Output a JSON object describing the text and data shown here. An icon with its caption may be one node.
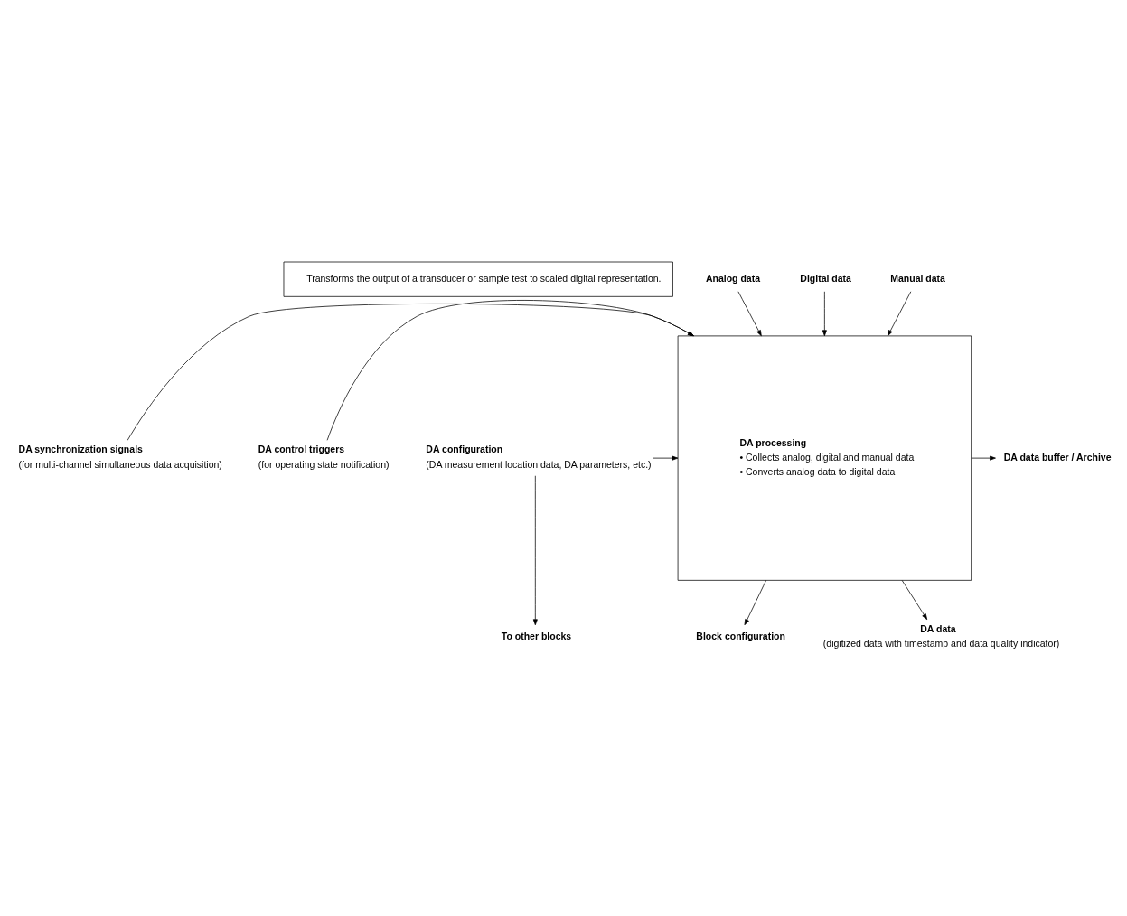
{
  "diagram": {
    "nodes": [
      {
        "text": [
          "Transforms the output of a transducer or sample test to scaled digital representation."
        ]
      },
      {
        "text": [
          "Analog data"
        ]
      },
      {
        "text": [
          "Digital data"
        ]
      },
      {
        "text": [
          "Manual data"
        ]
      },
      {
        "text": [
          "DA processing",
          "• Collects analog, digital and manual data",
          "• Converts analog data to digital data"
        ]
      },
      {
        "text": [
          "DA data buffer / Archive"
        ]
      },
      {
        "text": [
          "DA control triggers",
          "(for operating state notification)"
        ]
      },
      {
        "text": [
          "DA synchronization signals",
          "(for multi-channel simultaneous data acquisition)"
        ]
      },
      {
        "text": [
          "DA configuration",
          "(DA measurement location data, DA parameters, etc.)"
        ]
      },
      {
        "text": [
          "DA data",
          "(digitized data with timestamp and data quality indicator)"
        ]
      },
      {
        "text": [
          "Block configuration"
        ]
      },
      {
        "text": [
          "To other blocks"
        ]
      }
    ],
    "edges": [
      {
        "from": 1,
        "to": 4,
        "arrow": "to"
      },
      {
        "from": 2,
        "to": 4,
        "arrow": "to"
      },
      {
        "from": 3,
        "to": 4,
        "arrow": "to"
      },
      {
        "from": 4,
        "to": 5,
        "arrow": "to"
      },
      {
        "from": 6,
        "to": 4,
        "arrow": "to"
      },
      {
        "from": 7,
        "to": 4,
        "arrow": "to"
      },
      {
        "from": 8,
        "to": 4,
        "arrow": "to"
      },
      {
        "from": 4,
        "to": 9,
        "arrow": "to"
      },
      {
        "from": 4,
        "to": 10,
        "arrow": "to"
      },
      {
        "from": 8,
        "to": 11,
        "arrow": "to"
      }
    ]
  }
}
